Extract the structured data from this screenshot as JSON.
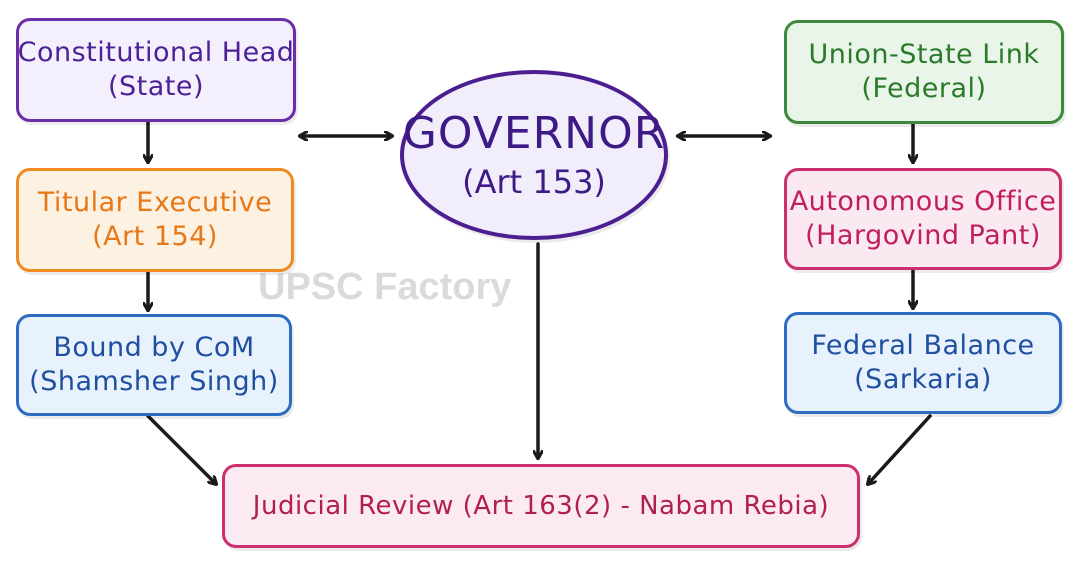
{
  "diagram": {
    "center": {
      "title": "GOVERNOR",
      "subtitle": "(Art 153)"
    },
    "left": [
      {
        "line1": "Constitutional Head",
        "line2": "(State)"
      },
      {
        "line1": "Titular Executive",
        "line2": "(Art 154)"
      },
      {
        "line1": "Bound by CoM",
        "line2": "(Shamsher Singh)"
      }
    ],
    "right": [
      {
        "line1": "Union-State Link",
        "line2": "(Federal)"
      },
      {
        "line1": "Autonomous Office",
        "line2": "(Hargovind Pant)"
      },
      {
        "line1": "Federal Balance",
        "line2": "(Sarkaria)"
      }
    ],
    "bottom": {
      "text": "Judicial Review (Art 163(2) - Nabam Rebia)"
    },
    "watermark": "UPSC Factory"
  },
  "colors": {
    "purple": "#6a2fa8",
    "orange": "#ef8a22",
    "blue": "#2d6cc0",
    "green": "#3a8a3a",
    "pink": "#cc2f6e",
    "arrow": "#1a1a1a"
  }
}
